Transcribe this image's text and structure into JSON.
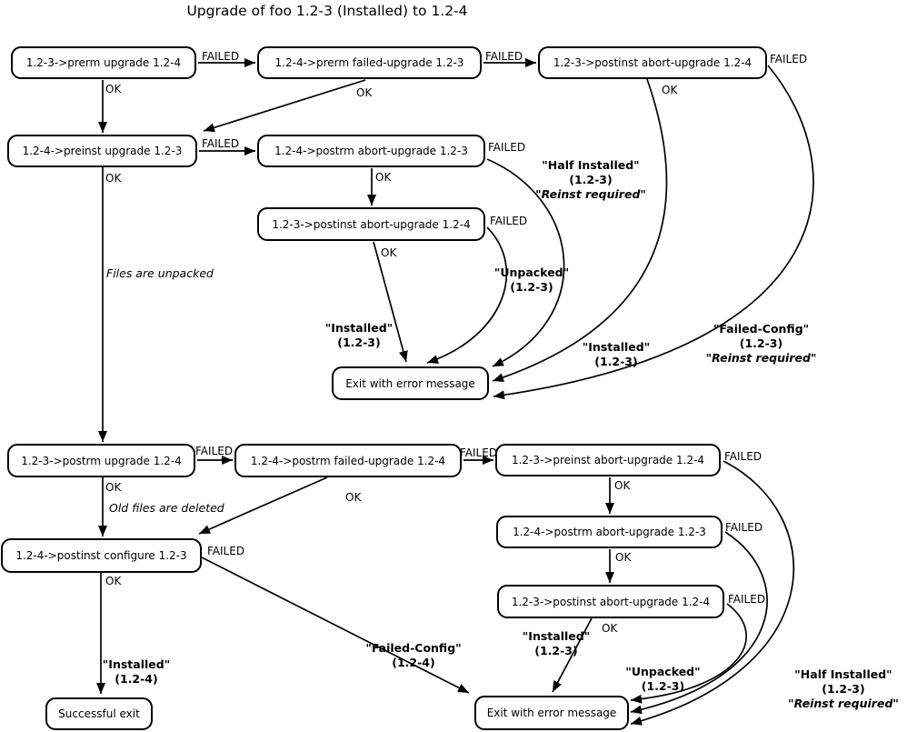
{
  "title": "Upgrade of foo 1.2-3 (Installed) to 1.2-4",
  "labels": {
    "failed": "FAILED",
    "ok": "OK"
  },
  "colors": {
    "line": "#000000",
    "background": "#ffffff",
    "text": "#000000"
  },
  "nodes": {
    "prerm_upgrade": {
      "label": "1.2-3->prerm upgrade 1.2-4"
    },
    "prerm_failed_upgrade": {
      "label": "1.2-4->prerm failed-upgrade 1.2-3"
    },
    "postinst_abort_top": {
      "label": "1.2-3->postinst abort-upgrade 1.2-4"
    },
    "preinst_upgrade": {
      "label": "1.2-4->preinst upgrade 1.2-3"
    },
    "postrm_abort_mid": {
      "label": "1.2-4->postrm abort-upgrade 1.2-3"
    },
    "postinst_abort_mid": {
      "label": "1.2-3->postinst abort-upgrade 1.2-4"
    },
    "exit_error_mid": {
      "label": "Exit with error message"
    },
    "postrm_upgrade": {
      "label": "1.2-3->postrm upgrade 1.2-4"
    },
    "postrm_failed_upgrade": {
      "label": "1.2-4->postrm failed-upgrade 1.2-4"
    },
    "preinst_abort": {
      "label": "1.2-3->preinst abort-upgrade 1.2-4"
    },
    "postrm_abort_low": {
      "label": "1.2-4->postrm abort-upgrade 1.2-3"
    },
    "postinst_configure": {
      "label": "1.2-4->postinst configure 1.2-3"
    },
    "postinst_abort_low": {
      "label": "1.2-3->postinst abort-upgrade 1.2-4"
    },
    "successful_exit": {
      "label": "Successful exit"
    },
    "exit_error_bottom": {
      "label": "Exit with error message"
    }
  },
  "notes": {
    "files_unpacked": "Files are unpacked",
    "old_files_deleted": "Old files are deleted"
  },
  "states": {
    "half_installed_up": {
      "name": "\"Half Installed\"",
      "version": "(1.2-3)",
      "extra": "\"Reinst required\""
    },
    "unpacked_up": {
      "name": "\"Unpacked\"",
      "version": "(1.2-3)"
    },
    "installed_mid_left": {
      "name": "\"Installed\"",
      "version": "(1.2-3)"
    },
    "installed_mid_right": {
      "name": "\"Installed\"",
      "version": "(1.2-3)"
    },
    "failed_config_up": {
      "name": "\"Failed-Config\"",
      "version": "(1.2-3)",
      "extra": "\"Reinst required\""
    },
    "installed_124": {
      "name": "\"Installed\"",
      "version": "(1.2-4)"
    },
    "failed_config_low": {
      "name": "\"Failed-Config\"",
      "version": "(1.2-4)"
    },
    "installed_low": {
      "name": "\"Installed\"",
      "version": "(1.2-3)"
    },
    "unpacked_low": {
      "name": "\"Unpacked\"",
      "version": "(1.2-3)"
    },
    "half_installed_low": {
      "name": "\"Half Installed\"",
      "version": "(1.2-3)",
      "extra": "\"Reinst required\""
    }
  },
  "edges": [
    {
      "from": "prerm_upgrade",
      "on": "FAILED",
      "to": "prerm_failed_upgrade"
    },
    {
      "from": "prerm_upgrade",
      "on": "OK",
      "to": "preinst_upgrade"
    },
    {
      "from": "prerm_failed_upgrade",
      "on": "FAILED",
      "to": "postinst_abort_top"
    },
    {
      "from": "prerm_failed_upgrade",
      "on": "OK",
      "to": "preinst_upgrade"
    },
    {
      "from": "postinst_abort_top",
      "on": "OK",
      "to": "exit_error_mid",
      "state": "\"Installed\" (1.2-3)"
    },
    {
      "from": "postinst_abort_top",
      "on": "FAILED",
      "to": "exit_error_mid",
      "state": "\"Failed-Config\" (1.2-3) \"Reinst required\""
    },
    {
      "from": "preinst_upgrade",
      "on": "FAILED",
      "to": "postrm_abort_mid"
    },
    {
      "from": "preinst_upgrade",
      "on": "OK",
      "to": "postrm_upgrade",
      "note": "Files are unpacked"
    },
    {
      "from": "postrm_abort_mid",
      "on": "FAILED",
      "to": "exit_error_mid",
      "state": "\"Half Installed\" (1.2-3) \"Reinst required\""
    },
    {
      "from": "postrm_abort_mid",
      "on": "OK",
      "to": "postinst_abort_mid"
    },
    {
      "from": "postinst_abort_mid",
      "on": "OK",
      "to": "exit_error_mid",
      "state": "\"Installed\" (1.2-3)"
    },
    {
      "from": "postinst_abort_mid",
      "on": "FAILED",
      "to": "exit_error_mid",
      "state": "\"Unpacked\" (1.2-3)"
    },
    {
      "from": "postrm_upgrade",
      "on": "FAILED",
      "to": "postrm_failed_upgrade"
    },
    {
      "from": "postrm_upgrade",
      "on": "OK",
      "to": "postinst_configure",
      "note": "Old files are deleted"
    },
    {
      "from": "postrm_failed_upgrade",
      "on": "FAILED",
      "to": "preinst_abort"
    },
    {
      "from": "postrm_failed_upgrade",
      "on": "OK",
      "to": "postinst_configure"
    },
    {
      "from": "preinst_abort",
      "on": "OK",
      "to": "postrm_abort_low"
    },
    {
      "from": "preinst_abort",
      "on": "FAILED",
      "to": "exit_error_bottom",
      "state": "\"Half Installed\" (1.2-3) \"Reinst required\""
    },
    {
      "from": "postrm_abort_low",
      "on": "OK",
      "to": "postinst_abort_low"
    },
    {
      "from": "postrm_abort_low",
      "on": "FAILED",
      "to": "exit_error_bottom"
    },
    {
      "from": "postinst_abort_low",
      "on": "OK",
      "to": "exit_error_bottom",
      "state": "\"Installed\" (1.2-3)"
    },
    {
      "from": "postinst_abort_low",
      "on": "FAILED",
      "to": "exit_error_bottom",
      "state": "\"Unpacked\" (1.2-3)"
    },
    {
      "from": "postinst_configure",
      "on": "OK",
      "to": "successful_exit",
      "state": "\"Installed\" (1.2-4)"
    },
    {
      "from": "postinst_configure",
      "on": "FAILED",
      "to": "exit_error_bottom",
      "state": "\"Failed-Config\" (1.2-4)"
    }
  ]
}
